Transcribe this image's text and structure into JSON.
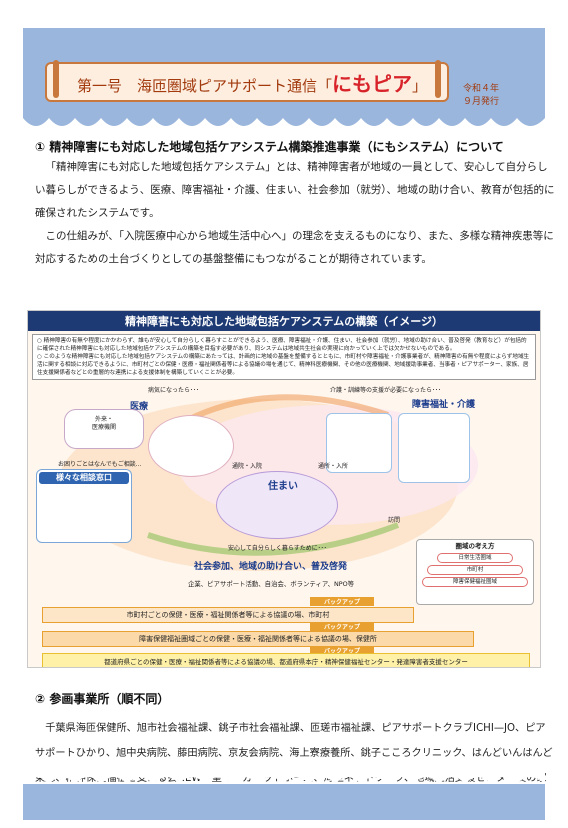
{
  "header": {
    "title": "第一号　海匝圏域ピアサポート通信「",
    "brand": "にもピア",
    "title_end": "」",
    "issue_year": "令和４年",
    "issue_month": "９月発行",
    "band_color": "#9ab6dc",
    "accent_color": "#c8783c"
  },
  "section1": {
    "heading": "① 精神障害にも対応した地域包括ケアシステム構築推進事業（にもシステム）について",
    "paragraph1": "「精神障害にも対応した地域包括ケアシステム」とは、精神障害者が地域の一員として、安心して自分らしい暮らしができるよう、医療、障害福祉・介護、住まい、社会参加（就労）、地域の助け合い、教育が包括的に確保されたシステムです。",
    "paragraph2": "この仕組みが、「入院医療中心から地域生活中心へ」の理念を支えるものになり、また、多様な精神疾患等に対応するための土台づくりとしての基盤整備にもつながることが期待されています。"
  },
  "figure": {
    "title": "精神障害にも対応した地域包括ケアシステムの構築（イメージ）",
    "note1": "○ 精神障害の有無や程度にかかわらず、誰もが安心して自分らしく暮らすことができるよう、医療、障害福祉・介護、住まい、社会参加（就労）、地域の助け合い、普及啓発（教育など）が包括的に確保された精神障害にも対応した地域包括ケアシステムの構築を目指す必要があり、同システムは地域共生社会の実現に向かっていく上では欠かせないものである。",
    "note2": "○ このような精神障害にも対応した地域包括ケアシステムの構築にあたっては、計画的に地域の基盤を整備するとともに、市町村や障害福祉・介護事業者が、精神障害の有無や程度によらず地域生活に関する相談に対応できるように、市町村ごとの保健・医療・福祉関係者等による協議の場を通じて、精神科医療機関、その他の医療機関、地域援助事業者、当事者・ピアサポーター、家族、居住支援関係者などとの重層的な連携による支援体制を構築していくことが必要。",
    "when_sick": "病気になったら･･･",
    "medical": "医療",
    "outpatient": "外来・\n医療機関",
    "care_needed": "介護・訓練等の支援が必要になったら･･･",
    "welfare": "障害福祉・介護",
    "consult": "お困りごとはなんでもご相談...",
    "consult_box": "様々な相談窓口",
    "home": "住まい",
    "commute_in": "通院・入院",
    "commute_out": "通所・入所",
    "visit": "訪問",
    "live_safe": "安心して自分らしく暮らすために･･･",
    "community": "社会参加、地域の助け合い、普及啓発",
    "community_sub": "企業、ピアサポート活動、自治会、ボランティア、NPO等",
    "area_title": "圏域の考え方",
    "area_1": "日常生活圏域",
    "area_2": "市町村",
    "area_3": "障害保健福祉圏域",
    "backup": "バックアップ",
    "band1": "市町村ごとの保健・医療・福祉関係者等による協議の場、市町村",
    "band2": "障害保健福祉圏域ごとの保健・医療・福祉関係者等による協議の場、保健所",
    "band3": "都道府県ごとの保健・医療・福祉関係者等による協議の場、都道府県本庁・精神保健福祉センター・発達障害者支援センター"
  },
  "section2": {
    "heading": "② 参画事業所（順不同）",
    "list": "千葉県海匝保健所、旭市社会福祉課、銚子市社会福祉課、匝瑳市福祉課、ピアサポートクラブICHI—JO、ピアサポートひかり、旭中央病院、藤田病院、京友会病院、海上寮療養所、銚子こころクリニック、はんどいんはんど東総、精神保健福祉を支える会NEW、聖マーガレットホーム、海匝ネットワーク、地域生活支援センター友の家"
  }
}
